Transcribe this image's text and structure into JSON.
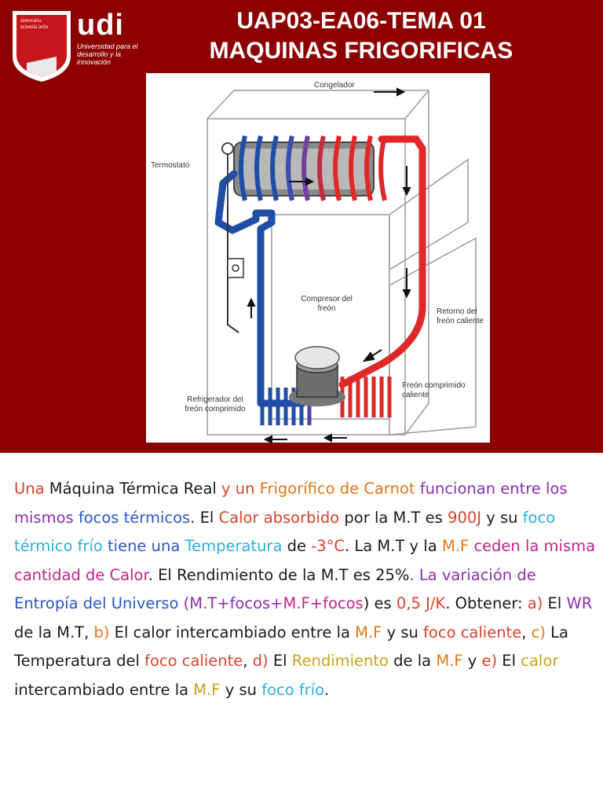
{
  "header": {
    "logo": {
      "brand": "udi",
      "motto": "innovatio scientia artis",
      "tagline": "Universidad para el desarrollo y la innovación"
    },
    "title_line1": "UAP03-EA06-TEMA 01",
    "title_line2": "MAQUINAS FRIGORIFICAS"
  },
  "diagram": {
    "labels": {
      "freezer": "Congelador",
      "thermostat": "Termostato",
      "compressor": "Compresor del freón",
      "return": "Retorno del freón caliente",
      "compressed": "Freón comprimido caliente",
      "cooler": "Refrigerador del freón comprimido"
    },
    "colors": {
      "cold": "#1f4ea8",
      "hot": "#e02828",
      "frame": "#9a9a9a"
    }
  },
  "problem": {
    "segments": [
      {
        "t": "Una ",
        "c": "c-red"
      },
      {
        "t": "Máquina Térmica Real",
        "c": "c-dark"
      },
      {
        "t": " y un ",
        "c": "c-red"
      },
      {
        "t": "Frigorífico de Carnot",
        "c": "c-orange"
      },
      {
        "t": " funcionan entre los mismos ",
        "c": "c-purple"
      },
      {
        "t": "focos térmicos",
        "c": "c-blue"
      },
      {
        "t": ". El ",
        "c": "c-dark"
      },
      {
        "t": "Calor absorbido",
        "c": "c-red"
      },
      {
        "t": " por la ",
        "c": "c-dark"
      },
      {
        "t": "M.T",
        "c": "c-dark"
      },
      {
        "t": " es ",
        "c": "c-dark"
      },
      {
        "t": "900J",
        "c": "c-red"
      },
      {
        "t": " y su ",
        "c": "c-dark"
      },
      {
        "t": "foco térmico frío",
        "c": "c-cyan"
      },
      {
        "t": " tiene una ",
        "c": "c-blue"
      },
      {
        "t": "Temperatura",
        "c": "c-cyan"
      },
      {
        "t": " de ",
        "c": "c-dark"
      },
      {
        "t": "-3°C",
        "c": "c-red"
      },
      {
        "t": ". La ",
        "c": "c-dark"
      },
      {
        "t": "M.T",
        "c": "c-dark"
      },
      {
        "t": " y la ",
        "c": "c-dark"
      },
      {
        "t": "M.F",
        "c": "c-orange"
      },
      {
        "t": " ceden la misma cantidad de Calor",
        "c": "c-magenta"
      },
      {
        "t": ". El ",
        "c": "c-dark"
      },
      {
        "t": "Rendimiento",
        "c": "c-dark"
      },
      {
        "t": " de la ",
        "c": "c-dark"
      },
      {
        "t": "M.T",
        "c": "c-dark"
      },
      {
        "t": " es ",
        "c": "c-dark"
      },
      {
        "t": "25%",
        "c": "c-dark"
      },
      {
        "t": ". La variación de ",
        "c": "c-purple"
      },
      {
        "t": "Entropía del Universo",
        "c": "c-blue"
      },
      {
        "t": " (M.T+focos+",
        "c": "c-purple"
      },
      {
        "t": "M.F+focos",
        "c": "c-magenta"
      },
      {
        "t": ") es ",
        "c": "c-dark"
      },
      {
        "t": "0,5 J/K",
        "c": "c-red"
      },
      {
        "t": ". Obtener: ",
        "c": "c-dark"
      },
      {
        "t": "a)",
        "c": "c-red"
      },
      {
        "t": " El ",
        "c": "c-dark"
      },
      {
        "t": "WR",
        "c": "c-purple"
      },
      {
        "t": " de la M.T, ",
        "c": "c-dark"
      },
      {
        "t": "b)",
        "c": "c-orange"
      },
      {
        "t": " El calor intercambiado entre la ",
        "c": "c-dark"
      },
      {
        "t": "M.F",
        "c": "c-orange"
      },
      {
        "t": " y su ",
        "c": "c-dark"
      },
      {
        "t": "foco caliente",
        "c": "c-red"
      },
      {
        "t": ", ",
        "c": "c-dark"
      },
      {
        "t": "c)",
        "c": "c-orange"
      },
      {
        "t": " La Temperatura del ",
        "c": "c-dark"
      },
      {
        "t": "foco caliente",
        "c": "c-red"
      },
      {
        "t": ", ",
        "c": "c-dark"
      },
      {
        "t": "d)",
        "c": "c-red"
      },
      {
        "t": " El ",
        "c": "c-dark"
      },
      {
        "t": "Rendimiento",
        "c": "c-yellow"
      },
      {
        "t": " de la ",
        "c": "c-dark"
      },
      {
        "t": "M.F",
        "c": "c-orange"
      },
      {
        "t": " y ",
        "c": "c-dark"
      },
      {
        "t": "e)",
        "c": "c-red"
      },
      {
        "t": " El ",
        "c": "c-dark"
      },
      {
        "t": "calor",
        "c": "c-yellow"
      },
      {
        "t": " intercambiado entre la ",
        "c": "c-dark"
      },
      {
        "t": "M.F",
        "c": "c-yellow"
      },
      {
        "t": " y su ",
        "c": "c-dark"
      },
      {
        "t": "foco frío",
        "c": "c-cyan"
      },
      {
        "t": ".",
        "c": "c-dark"
      }
    ]
  }
}
